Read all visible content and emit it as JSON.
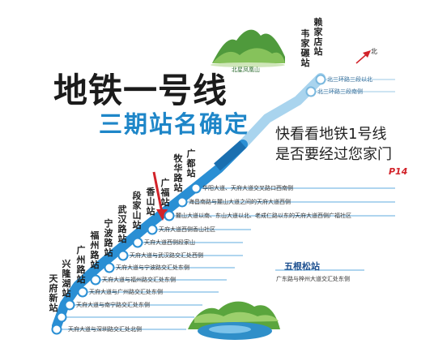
{
  "headline": {
    "main": "地铁一号线",
    "sub": "三期站名确定"
  },
  "teaser": {
    "line1": "快看看地铁1号线",
    "line2": "是否要经过您家门",
    "page_ref": "P14"
  },
  "map": {
    "compass_label": "北",
    "park_label": "北星凤凰山",
    "line_color": "#2a8fd4",
    "highlight_arrow_color": "#d2232a",
    "stations": [
      {
        "name": "韦家碾站",
        "location": "北三环路三段以北",
        "existing": true
      },
      {
        "name": "赖家店站",
        "location": "北三环路三段南侧",
        "existing": true
      },
      {
        "name": "广都站",
        "location": "华阳大道、天府大道交叉路口西南侧",
        "existing": false
      },
      {
        "name": "牧华路站",
        "location": "海昌南路与麓山大道之间的天府大道西侧",
        "existing": false
      },
      {
        "name": "广福站",
        "location": "麓山大道以南、东山大道以北、老成仁路以东的天府大道西侧广福社区",
        "existing": false
      },
      {
        "name": "香山站",
        "location": "天府大道西侧香山社区",
        "existing": false
      },
      {
        "name": "段家山站",
        "location": "天府大道西侧段家山",
        "existing": false
      },
      {
        "name": "武汉路站",
        "location": "天府大道与武汉路交汇处西侧",
        "existing": false
      },
      {
        "name": "宁波路站",
        "location": "天府大道与宁波路交汇处东侧",
        "existing": false
      },
      {
        "name": "福州路站",
        "location": "天府大道与福州路交汇处东侧",
        "existing": false
      },
      {
        "name": "广州路站",
        "location": "天府大道与广州路交汇处东侧",
        "existing": false
      },
      {
        "name": "兴隆湖站",
        "location": "天府大道与南宁路交汇处东侧",
        "existing": false
      },
      {
        "name": "天府新站",
        "location": "天府大道与深圳路交汇处北侧",
        "existing": false
      }
    ],
    "branch": {
      "name": "五根松站",
      "location": "广东路与梓州大道交汇处东侧"
    }
  }
}
